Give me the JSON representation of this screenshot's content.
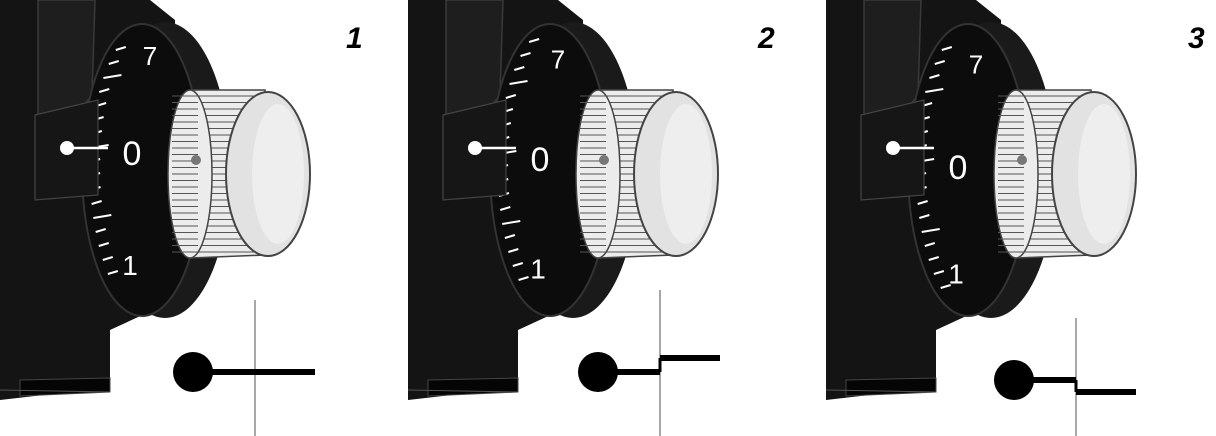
{
  "panels": [
    {
      "label": "1",
      "dial_numbers": [
        "7",
        "0",
        "1"
      ],
      "indicator": "aligned"
    },
    {
      "label": "2",
      "dial_numbers": [
        "7",
        "0",
        "1"
      ],
      "indicator": "above"
    },
    {
      "label": "3",
      "dial_numbers": [
        "7",
        "0",
        "1"
      ],
      "indicator": "below"
    }
  ],
  "colors": {
    "body": "#141414",
    "dial": "#0c0c0c",
    "knob": "#ececec",
    "marks": "#ffffff",
    "indicator": "#000000",
    "guide": "#8a8a8a"
  },
  "icons": [
    "micrometer-dial-icon",
    "knurled-knob-icon",
    "indicator-pointer-icon"
  ]
}
